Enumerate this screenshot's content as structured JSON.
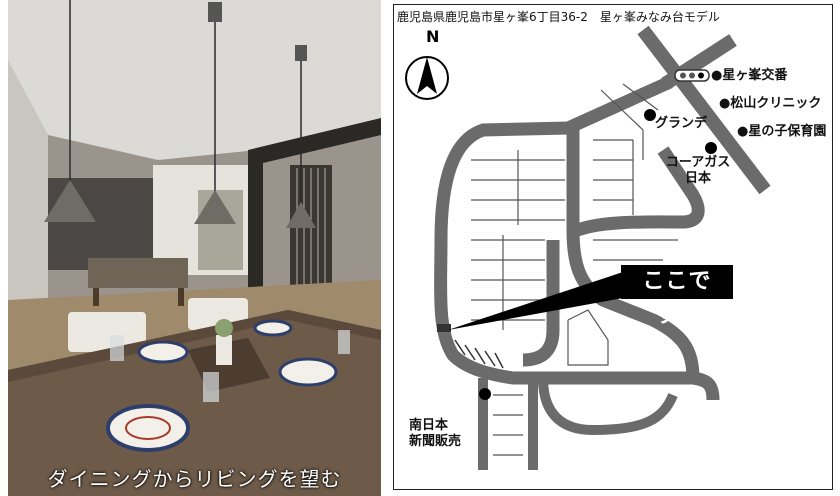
{
  "photo": {
    "caption": "ダイニングからリビングを望む"
  },
  "map": {
    "address": "鹿児島県鹿児島市星ヶ峯6丁目36-2　星ヶ峯みなみ台モデル",
    "north": "N",
    "callout": "ここです。",
    "landmarks": {
      "police_box": "●星ヶ峯交番",
      "clinic": "●松山クリニック",
      "nursery": "●星の子保育園",
      "grande": "グランデ",
      "gas_line1": "コーアガス",
      "gas_line2": "日本",
      "news_line1": "南日本",
      "news_line2": "新聞販売"
    }
  }
}
